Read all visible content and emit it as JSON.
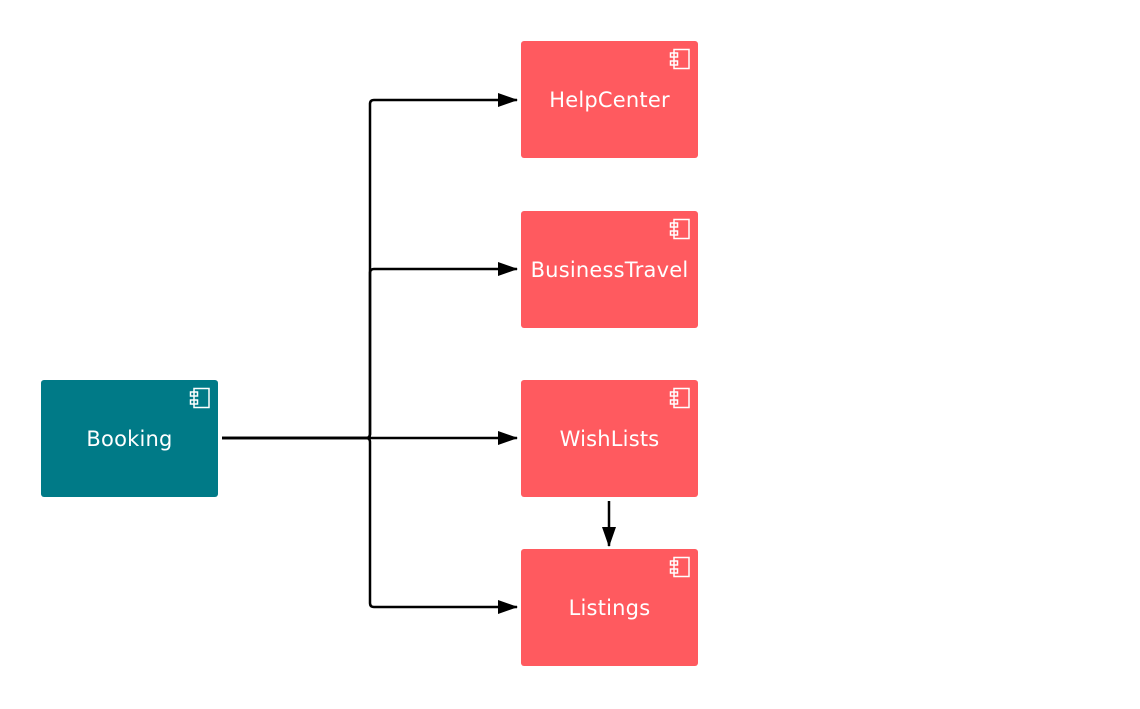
{
  "diagram": {
    "colors": {
      "source_fill": "#007a87",
      "target_fill": "#ff5a5f",
      "edge": "#000000",
      "icon_stroke": "#ffffff"
    },
    "icon": "component-icon",
    "nodes": {
      "booking": {
        "label": "Booking"
      },
      "helpcenter": {
        "label": "HelpCenter"
      },
      "businesstravel": {
        "label": "BusinessTravel"
      },
      "wishlists": {
        "label": "WishLists"
      },
      "listings": {
        "label": "Listings"
      }
    },
    "edges": [
      {
        "from": "Booking",
        "to": "HelpCenter"
      },
      {
        "from": "Booking",
        "to": "BusinessTravel"
      },
      {
        "from": "Booking",
        "to": "WishLists"
      },
      {
        "from": "Booking",
        "to": "Listings"
      },
      {
        "from": "WishLists",
        "to": "Listings"
      }
    ]
  }
}
